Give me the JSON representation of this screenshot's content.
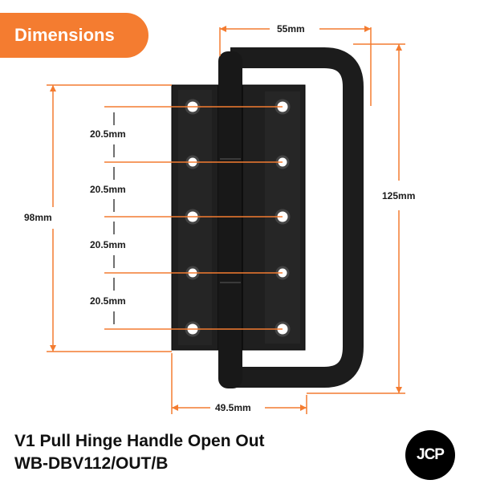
{
  "badge": {
    "label": "Dimensions"
  },
  "dimensions": {
    "width_top": "55mm",
    "height_handle": "125mm",
    "height_plate": "98mm",
    "hole_spacings": [
      "20.5mm",
      "20.5mm",
      "20.5mm",
      "20.5mm"
    ],
    "width_bottom": "49.5mm"
  },
  "product": {
    "title": "V1 Pull Hinge Handle Open Out",
    "code": "WB-DBV112/OUT/B"
  },
  "logo": {
    "text": "JCP"
  },
  "colors": {
    "accent": "#f47c30",
    "product": "#1c1c1c",
    "text": "#111111"
  }
}
